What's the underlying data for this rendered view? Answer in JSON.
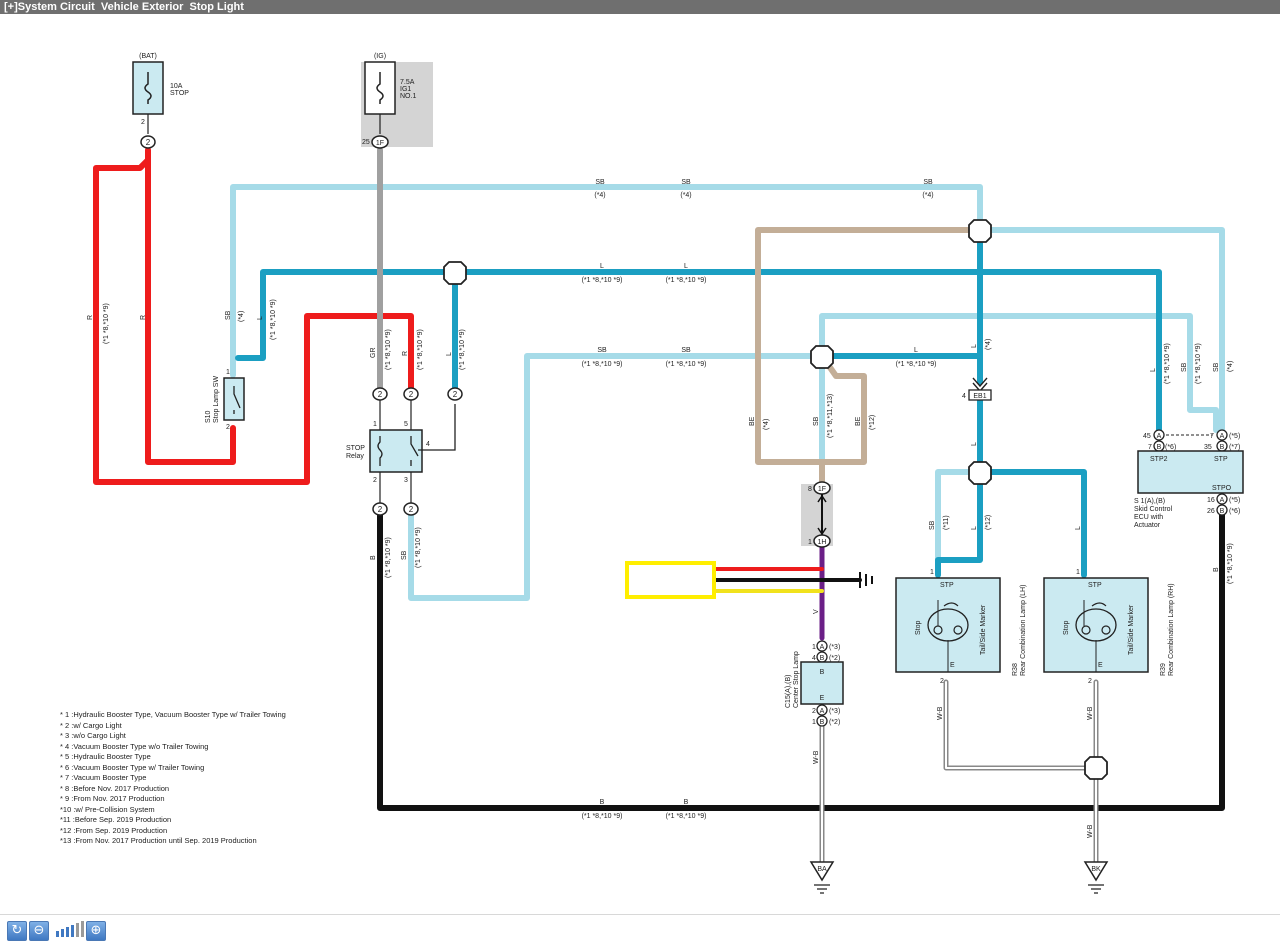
{
  "title": "[+]System Circuit  Vehicle Exterior  Stop Light",
  "colors": {
    "R": "#ee1c1c",
    "GR": "#a0a0a0",
    "SB": "#a6dbe8",
    "L": "#1b9fc2",
    "BE": "#c3ae97",
    "B": "#111111",
    "V": "#6b1f87",
    "WB": "#9a9a9a",
    "component_fill": "#cbeaf1",
    "connector_shade": "#d4d4d4",
    "highlight": "#ffee00"
  },
  "fuses": {
    "stop": {
      "source": "(BAT)",
      "rating": "10A",
      "name": "STOP",
      "pin": "2",
      "conn": "2"
    },
    "ig1": {
      "source": "(IG)",
      "rating": "7.5A",
      "name1": "IG1",
      "name2": "NO.1",
      "pin": "25",
      "conn": "1F"
    }
  },
  "components": {
    "stop_sw": {
      "ref": "S10",
      "name": "Stop Lamp SW",
      "pin1": "1",
      "pin2": "2"
    },
    "relay": {
      "name1": "STOP",
      "name2": "Relay",
      "pin1": "1",
      "pin2": "2",
      "pin3": "3",
      "pin4": "4",
      "pin5": "5"
    },
    "center_lamp": {
      "ref": "C15(A),(B)",
      "name": "Center Stop Lamp",
      "top": "B",
      "bottom": "E"
    },
    "lamp_lh": {
      "ref": "R38",
      "name": "Rear Combination Lamp (LH)",
      "stop": "Stop",
      "tail": "Tail/Side Marker",
      "stp": "STP",
      "e": "E",
      "pin1": "1",
      "pin2": "2"
    },
    "lamp_rh": {
      "ref": "R39",
      "name": "Rear Combination Lamp (RH)",
      "stop": "Stop",
      "tail": "Tail/Side Marker",
      "stp": "STP",
      "e": "E",
      "pin1": "1",
      "pin2": "2"
    },
    "ecu": {
      "ref": "S 1(A),(B)",
      "name1": "Skid Control",
      "name2": "ECU with",
      "name3": "Actuator",
      "stp2": "STP2",
      "stp": "STP",
      "stpo": "STPO"
    }
  },
  "connectors": {
    "c2": "2",
    "f1": "1F",
    "h1": "1H",
    "eb1": "EB1",
    "A": "A",
    "B": "B",
    "BA": "BA",
    "BK": "BK"
  },
  "wire_labels": {
    "SB": "SB",
    "L": "L",
    "R": "R",
    "GR": "GR",
    "BE": "BE",
    "B": "B",
    "V": "V",
    "WB": "W-B",
    "n4": "(*4)",
    "n18_109": "(*1 *8,*10 *9)",
    "n18_10_9": "(*1 *8,*10 *9)",
    "n1811_13": "(*1 *8,*11,*13)",
    "n11": "(*11)",
    "n12": "(*12)",
    "n3": "(*3)",
    "n2": "(*2)",
    "n5": "(*5)",
    "n6": "(*6)",
    "n7": "(*7)"
  },
  "pins": {
    "p1": "1",
    "p2": "2",
    "p3": "3",
    "p4": "4",
    "p5": "5",
    "p7": "7",
    "p8": "8",
    "p16": "16",
    "p26": "26",
    "p35": "35",
    "p45": "45"
  },
  "footnotes": [
    "* 1 :Hydraulic Booster Type, Vacuum Booster Type w/ Trailer Towing",
    "* 2 :w/ Cargo Light",
    "* 3 :w/o Cargo Light",
    "* 4 :Vacuum Booster Type w/o Trailer Towing",
    "* 5 :Hydraulic Booster Type",
    "* 6 :Vacuum Booster Type w/ Trailer Towing",
    "* 7 :Vacuum Booster Type",
    "* 8 :Before Nov. 2017 Production",
    "* 9 :From Nov. 2017 Production",
    "*10 :w/ Pre-Collision System",
    "*11 :Before Sep. 2019 Production",
    "*12 :From Sep. 2019 Production",
    "*13 :From Nov. 2017 Production until Sep. 2019 Production"
  ],
  "toolbar": {
    "refresh_icon": "refresh-icon",
    "zoom_out_icon": "zoom-out-icon",
    "zoom_in_icon": "zoom-in-icon",
    "zoom_level": 4,
    "zoom_steps": 6
  }
}
